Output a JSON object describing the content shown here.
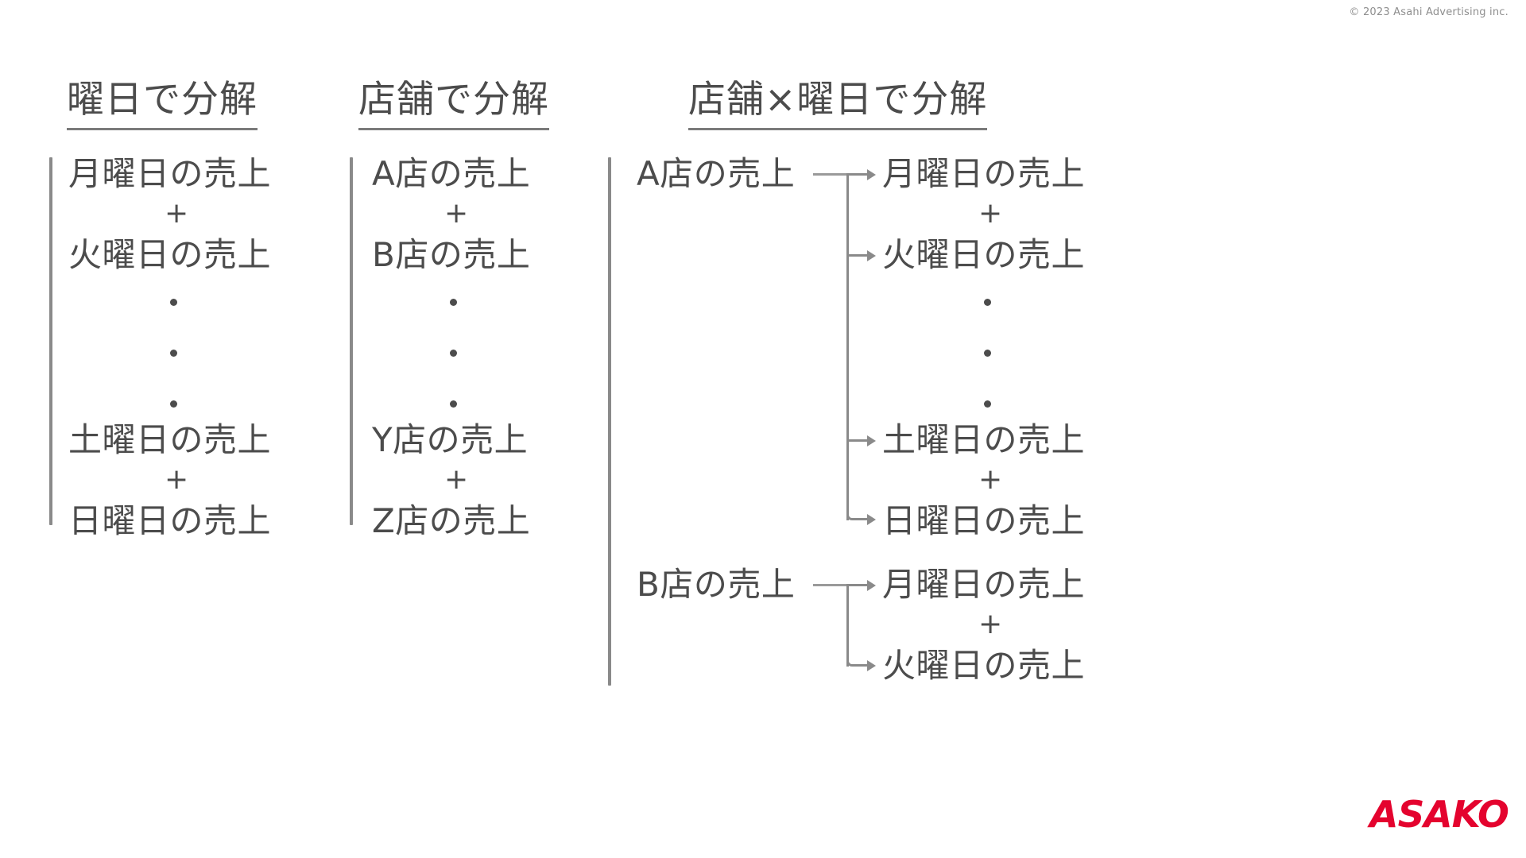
{
  "page": {
    "copyright": "© 2023 Asahi Advertising inc.",
    "logo": "ASAKO",
    "background_color": "#ffffff",
    "text_color": "#4c4c4c",
    "line_color": "#8a8a8a",
    "logo_color": "#e4032e"
  },
  "columns": [
    {
      "heading": "曜日で分解",
      "items": [
        {
          "text": "月曜日の売上"
        },
        {
          "text": "+"
        },
        {
          "text": "火曜日の売上"
        },
        {
          "text": "・"
        },
        {
          "text": "・"
        },
        {
          "text": "・"
        },
        {
          "text": "土曜日の売上"
        },
        {
          "text": "+"
        },
        {
          "text": "日曜日の売上"
        }
      ]
    },
    {
      "heading": "店舗で分解",
      "items": [
        {
          "text": "A店の売上"
        },
        {
          "text": "+"
        },
        {
          "text": "B店の売上"
        },
        {
          "text": "・"
        },
        {
          "text": "・"
        },
        {
          "text": "・"
        },
        {
          "text": "Y店の売上"
        },
        {
          "text": "+"
        },
        {
          "text": "Z店の売上"
        }
      ]
    },
    {
      "heading": "店舗×曜日で分解",
      "groups": [
        {
          "source": "A店の売上",
          "items": [
            {
              "text": "月曜日の売上"
            },
            {
              "text": "+"
            },
            {
              "text": "火曜日の売上"
            },
            {
              "text": "・"
            },
            {
              "text": "・"
            },
            {
              "text": "・"
            },
            {
              "text": "土曜日の売上"
            },
            {
              "text": "+"
            },
            {
              "text": "日曜日の売上"
            }
          ]
        },
        {
          "source": "B店の売上",
          "items": [
            {
              "text": "月曜日の売上"
            },
            {
              "text": "+"
            },
            {
              "text": "火曜日の売上"
            }
          ]
        }
      ]
    }
  ]
}
